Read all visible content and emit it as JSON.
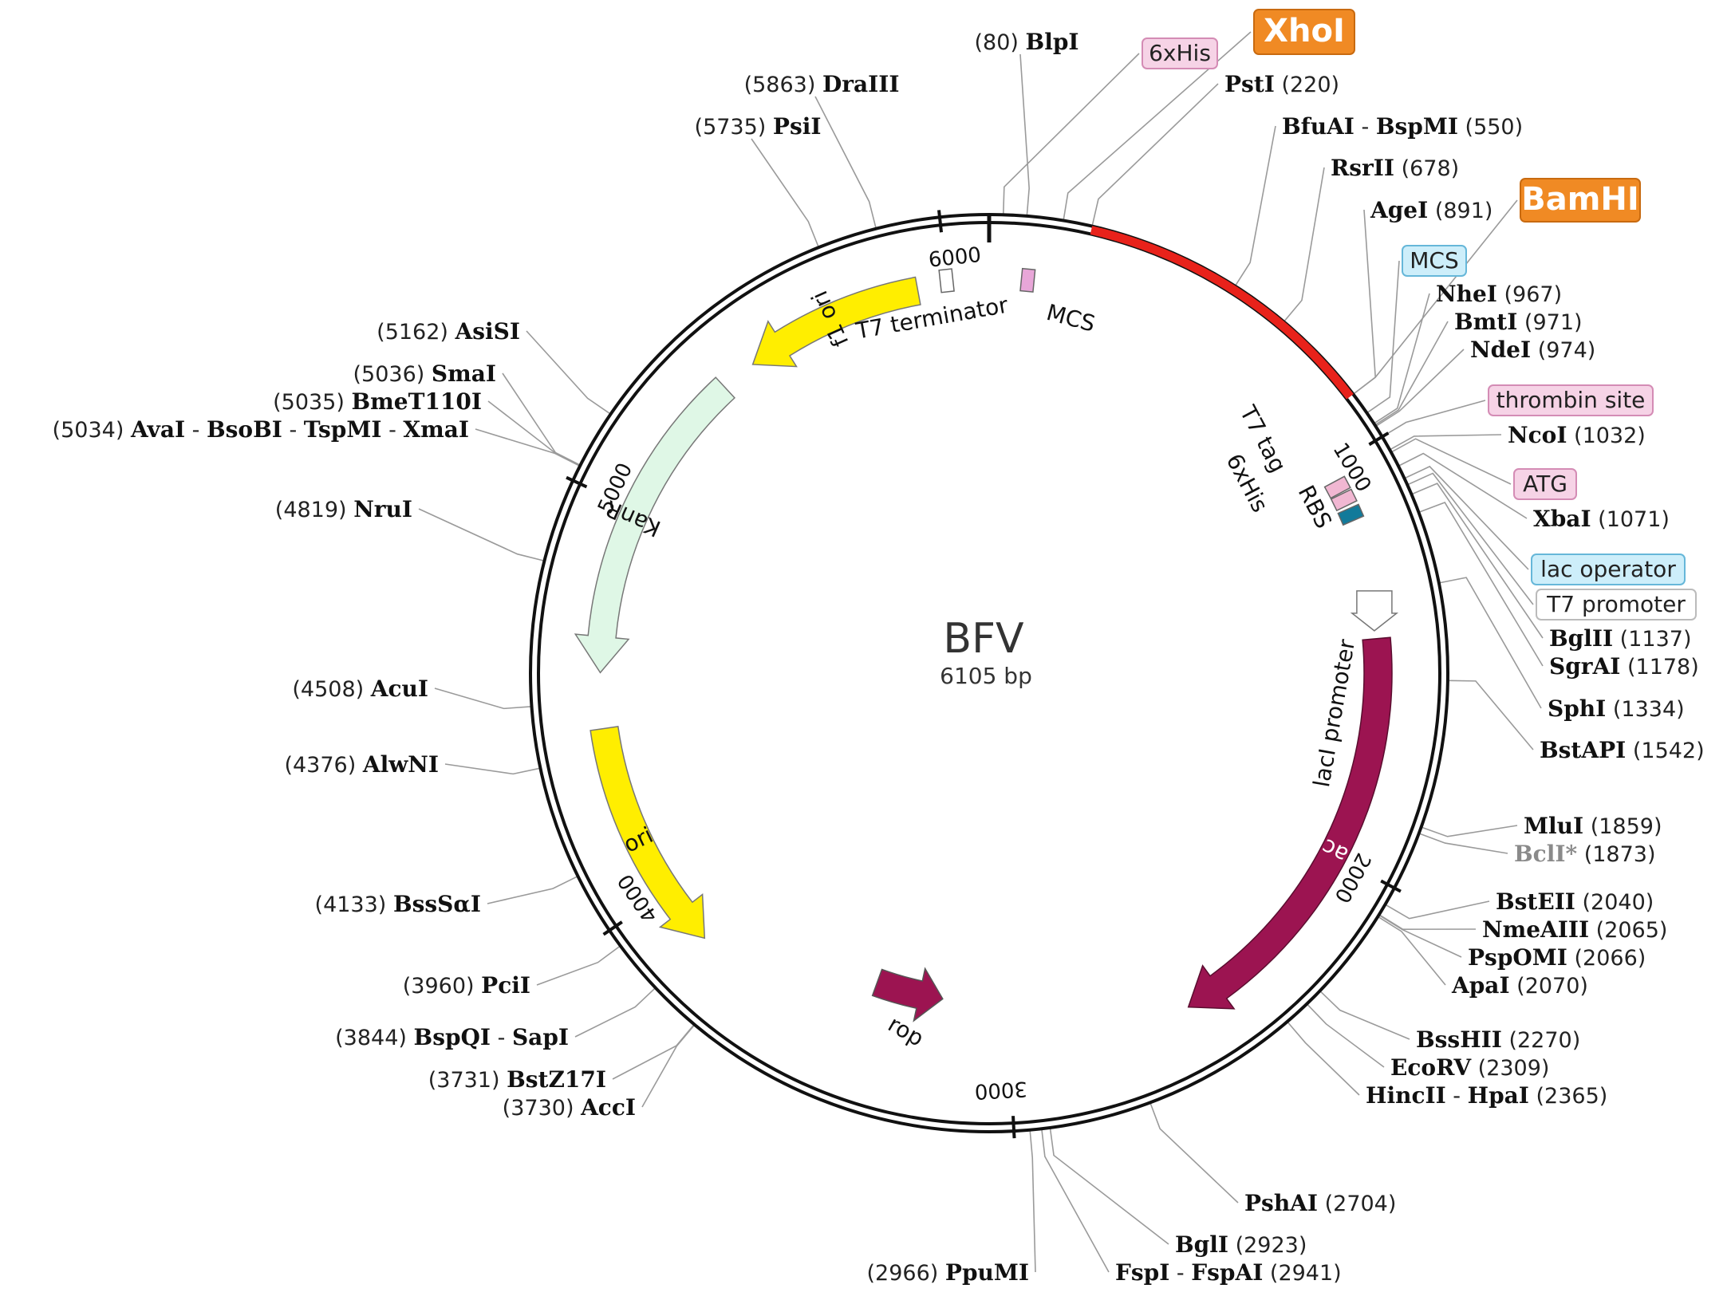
{
  "plasmid": {
    "name": "BFV",
    "size_label": "6105 bp",
    "length": 6105
  },
  "ticks": [
    {
      "pos": 1000,
      "label": "1000"
    },
    {
      "pos": 2000,
      "label": "2000"
    },
    {
      "pos": 3000,
      "label": "3000"
    },
    {
      "pos": 4000,
      "label": "4000"
    },
    {
      "pos": 5000,
      "label": "5000"
    },
    {
      "pos": 6000,
      "label": "6000"
    }
  ],
  "highlight_region": {
    "start": 220,
    "end": 891,
    "color": "#e8221b"
  },
  "features": [
    {
      "name": "f1 ori",
      "start": 5470,
      "end": 5926,
      "direction": "ccw",
      "color": "#ffee00",
      "label": "f1 ori"
    },
    {
      "name": "KanR",
      "start": 4580,
      "end": 5380,
      "direction": "ccw",
      "color": "#dff7e6",
      "label": "KanR"
    },
    {
      "name": "ori",
      "start": 3850,
      "end": 4440,
      "direction": "ccw",
      "color": "#ffee00",
      "label": "ori"
    },
    {
      "name": "lacI",
      "start": 1440,
      "end": 2530,
      "direction": "cw",
      "color": "#9c1451",
      "label": "lacI"
    },
    {
      "name": "lacI promoter",
      "start": 1380,
      "end": 1440,
      "direction": "cw",
      "color": "#ffffff",
      "label": "lacI promoter"
    },
    {
      "name": "rop",
      "start": 3190,
      "end": 3390,
      "direction": "ccw",
      "color": "#9c1451",
      "label": "rop"
    }
  ],
  "small_features": [
    {
      "name": "T7 terminator",
      "pos": 6000,
      "color": "#ffffff",
      "label": "T7 terminator"
    },
    {
      "name": "MCS",
      "pos": 95,
      "color": "#e8a6d8",
      "label": "MCS"
    },
    {
      "name": "T7 tag",
      "pos": 1050,
      "color": "#f1b7d2",
      "label": "T7 tag"
    },
    {
      "name": "6xHis",
      "pos": 1085,
      "color": "#f1b7d2",
      "label": "6xHis"
    },
    {
      "name": "RBS",
      "pos": 1125,
      "color": "#127a9a",
      "label": "RBS"
    }
  ],
  "sites": [
    {
      "name": "BlpI",
      "pos": "80",
      "at": 80,
      "side": "right-name"
    },
    {
      "name": "DraIII",
      "pos": "5863",
      "at": 5863,
      "side": "left"
    },
    {
      "name": "PsiI",
      "pos": "5735",
      "at": 5735,
      "side": "left"
    },
    {
      "name": "PstI",
      "pos": "220",
      "at": 220,
      "side": "right"
    },
    {
      "name": "BfuAI",
      "name2": "BspMI",
      "pos": "550",
      "at": 550,
      "side": "right"
    },
    {
      "name": "RsrII",
      "pos": "678",
      "at": 678,
      "side": "right"
    },
    {
      "name": "AgeI",
      "pos": "891",
      "at": 891,
      "side": "right"
    },
    {
      "name": "NheI",
      "pos": "967",
      "at": 967,
      "side": "right"
    },
    {
      "name": "BmtI",
      "pos": "971",
      "at": 971,
      "side": "right"
    },
    {
      "name": "NdeI",
      "pos": "974",
      "at": 974,
      "side": "right"
    },
    {
      "name": "NcoI",
      "pos": "1032",
      "at": 1032,
      "side": "right"
    },
    {
      "name": "XbaI",
      "pos": "1071",
      "at": 1071,
      "side": "right"
    },
    {
      "name": "BglII",
      "pos": "1137",
      "at": 1137,
      "side": "right"
    },
    {
      "name": "SgrAI",
      "pos": "1178",
      "at": 1178,
      "side": "right"
    },
    {
      "name": "SphI",
      "pos": "1334",
      "at": 1334,
      "side": "right"
    },
    {
      "name": "BstAPI",
      "pos": "1542",
      "at": 1542,
      "side": "right"
    },
    {
      "name": "MluI",
      "pos": "1859",
      "at": 1859,
      "side": "right"
    },
    {
      "name": "BclI*",
      "pos": "1873",
      "at": 1873,
      "side": "right",
      "grey": true
    },
    {
      "name": "BstEII",
      "pos": "2040",
      "at": 2040,
      "side": "right"
    },
    {
      "name": "NmeAIII",
      "pos": "2065",
      "at": 2065,
      "side": "right"
    },
    {
      "name": "PspOMI",
      "pos": "2066",
      "at": 2066,
      "side": "right"
    },
    {
      "name": "ApaI",
      "pos": "2070",
      "at": 2070,
      "side": "right"
    },
    {
      "name": "BssHII",
      "pos": "2270",
      "at": 2270,
      "side": "right"
    },
    {
      "name": "EcoRV",
      "pos": "2309",
      "at": 2309,
      "side": "right"
    },
    {
      "name": "HincII",
      "name2": "HpaI",
      "pos": "2365",
      "at": 2365,
      "side": "right"
    },
    {
      "name": "PshAI",
      "pos": "2704",
      "at": 2704,
      "side": "right"
    },
    {
      "name": "BglI",
      "pos": "2923",
      "at": 2923,
      "side": "right"
    },
    {
      "name": "FspI",
      "name2": "FspAI",
      "pos": "2941",
      "at": 2941,
      "side": "right"
    },
    {
      "name": "PpuMI",
      "pos": "2966",
      "at": 2966,
      "side": "left"
    },
    {
      "name": "AccI",
      "pos": "3730",
      "at": 3730,
      "side": "left"
    },
    {
      "name": "BstZ17I",
      "pos": "3731",
      "at": 3731,
      "side": "left"
    },
    {
      "name": "BspQI",
      "name2": "SapI",
      "pos": "3844",
      "at": 3844,
      "side": "left"
    },
    {
      "name": "PciI",
      "pos": "3960",
      "at": 3960,
      "side": "left"
    },
    {
      "name": "BssSαI",
      "pos": "4133",
      "at": 4133,
      "side": "left"
    },
    {
      "name": "AlwNI",
      "pos": "4376",
      "at": 4376,
      "side": "left"
    },
    {
      "name": "AcuI",
      "pos": "4508",
      "at": 4508,
      "side": "left"
    },
    {
      "name": "NruI",
      "pos": "4819",
      "at": 4819,
      "side": "left"
    },
    {
      "name": "AvaI",
      "name2": "BsoBI",
      "name3": "TspMI",
      "name4": "XmaI",
      "pos": "5034",
      "at": 5034,
      "side": "left"
    },
    {
      "name": "BmeT110I",
      "pos": "5035",
      "at": 5035,
      "side": "left"
    },
    {
      "name": "SmaI",
      "pos": "5036",
      "at": 5036,
      "side": "left"
    },
    {
      "name": "AsiSI",
      "pos": "5162",
      "at": 5162,
      "side": "left"
    }
  ],
  "callouts": [
    {
      "label": "6xHis",
      "at": 30,
      "style": "pink"
    },
    {
      "label": "XhoI",
      "at": 158,
      "style": "orange"
    },
    {
      "label": "BamHI",
      "at": 891,
      "style": "orange"
    },
    {
      "label": "MCS",
      "at": 940,
      "style": "blue"
    },
    {
      "label": "thrombin site",
      "at": 1000,
      "style": "pink"
    },
    {
      "label": "ATG",
      "at": 1038,
      "style": "pink"
    },
    {
      "label": "lac operator",
      "at": 1100,
      "style": "blue"
    },
    {
      "label": "T7 promoter",
      "at": 1115,
      "style": "white"
    }
  ],
  "colors": {
    "backbone": "#111111",
    "orange": "#f08a24",
    "pink_fill": "#f6d3e6",
    "pink_stroke": "#d48cb5",
    "blue_fill": "#cdeefa",
    "blue_stroke": "#66b7d9",
    "white_stroke": "#bbbbbb"
  }
}
